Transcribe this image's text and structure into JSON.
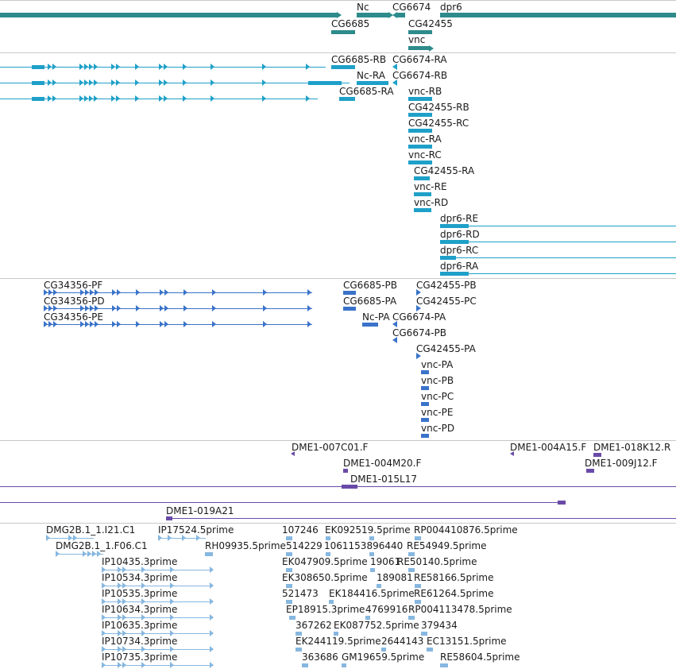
{
  "track1": {
    "labels": {
      "nc": "Nc",
      "cg6674": "CG6674",
      "dpr6": "dpr6",
      "cg6685": "CG6685",
      "cg42455": "CG42455",
      "vnc": "vnc"
    },
    "color": "#2e8b8b"
  },
  "track2": {
    "color": "#1ea0c8",
    "labels": {
      "cg6685_rb": "CG6685-RB",
      "cg6674_ra": "CG6674-RA",
      "nc_ra": "Nc-RA",
      "cg6674_rb": "CG6674-RB",
      "cg6685_ra": "CG6685-RA",
      "vnc_rb": "vnc-RB",
      "cg42455_rb": "CG42455-RB",
      "cg42455_rc": "CG42455-RC",
      "vnc_ra": "vnc-RA",
      "vnc_rc": "vnc-RC",
      "cg42455_ra": "CG42455-RA",
      "vnc_re": "vnc-RE",
      "vnc_rd": "vnc-RD",
      "dpr6_re": "dpr6-RE",
      "dpr6_rd": "dpr6-RD",
      "dpr6_rc": "dpr6-RC",
      "dpr6_ra": "dpr6-RA"
    }
  },
  "track3": {
    "color": "#3a73c9",
    "labels": {
      "cg34356_pf": "CG34356-PF",
      "cg34356_pd": "CG34356-PD",
      "cg34356_pe": "CG34356-PE",
      "cg6685_pb": "CG6685-PB",
      "cg6685_pa": "CG6685-PA",
      "cg42455_pb": "CG42455-PB",
      "cg42455_pc": "CG42455-PC",
      "nc_pa": "Nc-PA",
      "cg6674_pa": "CG6674-PA",
      "cg6674_pb": "CG6674-PB",
      "cg42455_pa": "CG42455-PA",
      "vnc_pa": "vnc-PA",
      "vnc_pb": "vnc-PB",
      "vnc_pc": "vnc-PC",
      "vnc_pe": "vnc-PE",
      "vnc_pd": "vnc-PD"
    }
  },
  "track4": {
    "color": "#6a4aa8",
    "labels": {
      "dme1_007c01": "DME1-007C01.F",
      "dme1_004a15": "DME1-004A15.F",
      "dme1_018k12": "DME1-018K12.R",
      "dme1_004m20": "DME1-004M20.F",
      "dme1_009j12": "DME1-009J12.F",
      "dme1_015l17": "DME1-015L17",
      "dme1_019a21": "DME1-019A21"
    }
  },
  "track5": {
    "color": "#86b7e0",
    "labels": {
      "dmg2b_i21": "DMG2B.1_1.I21.C1",
      "ip17524": "IP17524.5prime",
      "n107246": "107246",
      "ek092519": "EK092519.5prime",
      "rp004410876": "RP004410876.5prime",
      "dmg2b_f06": "DMG2B.1_1.F06.C1",
      "rh09935": "RH09935.5prime",
      "n514229": "514229",
      "n1061153896440": "1061153896440",
      "re54949": "RE54949.5prime",
      "ip10435": "IP10435.3prime",
      "ek047909": "EK047909.5prime",
      "n19061": "19061",
      "re50140": "RE50140.5prime",
      "ip10534": "IP10534.3prime",
      "ek308650": "EK308650.5prime",
      "n189081": "189081",
      "re58166": "RE58166.5prime",
      "ip10535": "IP10535.3prime",
      "n521473": "521473",
      "ek184416": "EK184416.5prime",
      "re61264": "RE61264.5prime",
      "ip10634": "IP10634.3prime",
      "ep18915": "EP18915.3prime",
      "n4769916": "4769916",
      "rp004113478": "RP004113478.5prime",
      "ip10635": "IP10635.3prime",
      "n367262": "367262",
      "ek087752": "EK087752.5prime",
      "n379434": "379434",
      "ip10734": "IP10734.3prime",
      "ek244119": "EK244119.5prime",
      "n2644143": "2644143",
      "ec13151": "EC13151.5prime",
      "ip10735": "IP10735.3prime",
      "n363686": "363686",
      "gm19659": "GM19659.5prime",
      "re58604": "RE58604.5prime"
    }
  }
}
